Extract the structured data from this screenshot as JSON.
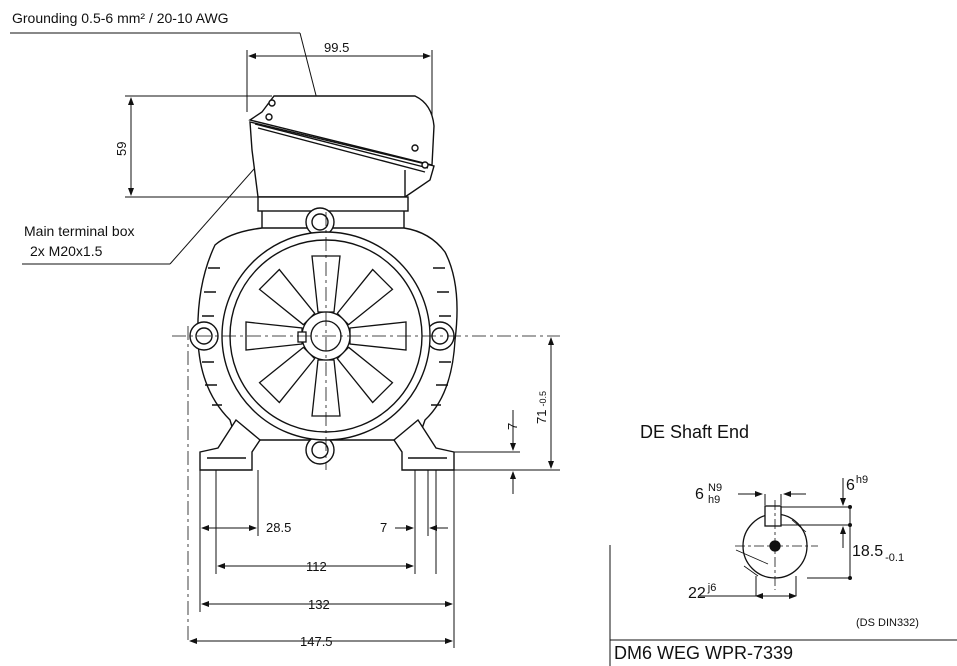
{
  "labels": {
    "grounding": "Grounding 0.5-6 mm² / 20-10 AWG",
    "terminal_box_line1": "Main terminal box",
    "terminal_box_line2": "2x M20x1.5",
    "shaft_title": "DE Shaft End",
    "model": "DM6 WEG WPR-7339",
    "standard": "(DS DIN332)"
  },
  "dimensions": {
    "width_box": "99.5",
    "box_height": "59",
    "shaft_height": "71",
    "shaft_height_tol": "-0.5",
    "foot_thickness": "7",
    "foot_offset": "28.5",
    "hole_width": "7",
    "foot_hole_spacing": "112",
    "foot_width": "132",
    "overall_width": "147.5"
  },
  "shaft": {
    "key_width": "6",
    "key_width_tol_upper": "N9",
    "key_width_tol_lower": "h9",
    "key_height": "6",
    "key_height_tol": "h9",
    "key_depth": "18.5",
    "key_depth_tol": "-0.1",
    "diameter": "22",
    "diameter_tol": "j6"
  }
}
